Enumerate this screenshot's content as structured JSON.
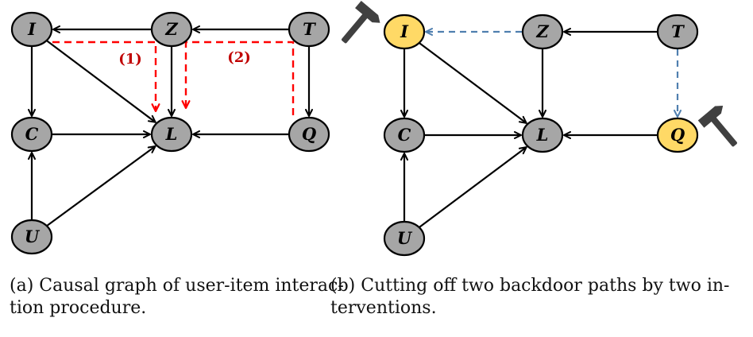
{
  "panels": [
    {
      "id": "a",
      "nodes": [
        {
          "id": "I",
          "label": "I",
          "highlight": false
        },
        {
          "id": "Z",
          "label": "Z",
          "highlight": false
        },
        {
          "id": "T",
          "label": "T",
          "highlight": false
        },
        {
          "id": "C",
          "label": "C",
          "highlight": false
        },
        {
          "id": "L",
          "label": "L",
          "highlight": false
        },
        {
          "id": "Q",
          "label": "Q",
          "highlight": false
        },
        {
          "id": "U",
          "label": "U",
          "highlight": false
        }
      ],
      "edges": [
        {
          "from": "Z",
          "to": "I"
        },
        {
          "from": "T",
          "to": "Z"
        },
        {
          "from": "I",
          "to": "C"
        },
        {
          "from": "I",
          "to": "L"
        },
        {
          "from": "Z",
          "to": "L"
        },
        {
          "from": "T",
          "to": "Q"
        },
        {
          "from": "C",
          "to": "L"
        },
        {
          "from": "Q",
          "to": "L"
        },
        {
          "from": "U",
          "to": "C"
        },
        {
          "from": "U",
          "to": "L"
        }
      ],
      "backdoor_paths": [
        {
          "label": "(1)",
          "route": [
            "I",
            "L"
          ]
        },
        {
          "label": "(2)",
          "route": [
            "Q",
            "L"
          ]
        }
      ],
      "caption": {
        "line1": "(a)  Causal graph of user-item interac-",
        "line2": "tion procedure."
      }
    },
    {
      "id": "b",
      "nodes": [
        {
          "id": "I",
          "label": "I",
          "highlight": true
        },
        {
          "id": "Z",
          "label": "Z",
          "highlight": false
        },
        {
          "id": "T",
          "label": "T",
          "highlight": false
        },
        {
          "id": "C",
          "label": "C",
          "highlight": false
        },
        {
          "id": "L",
          "label": "L",
          "highlight": false
        },
        {
          "id": "Q",
          "label": "Q",
          "highlight": true
        },
        {
          "id": "U",
          "label": "U",
          "highlight": false
        }
      ],
      "edges": [
        {
          "from": "T",
          "to": "Z"
        },
        {
          "from": "I",
          "to": "C"
        },
        {
          "from": "I",
          "to": "L"
        },
        {
          "from": "Z",
          "to": "L"
        },
        {
          "from": "C",
          "to": "L"
        },
        {
          "from": "Q",
          "to": "L"
        },
        {
          "from": "U",
          "to": "C"
        },
        {
          "from": "U",
          "to": "L"
        }
      ],
      "cut_edges": [
        {
          "from": "Z",
          "to": "I"
        },
        {
          "from": "T",
          "to": "Q"
        }
      ],
      "interventions": [
        "I",
        "Q"
      ],
      "caption": {
        "line1": "(b)  Cutting off two backdoor paths by two in-",
        "line2": "terventions."
      }
    }
  ],
  "colors": {
    "node_fill": "#a6a6a6",
    "node_highlight_fill": "#ffd966",
    "node_stroke": "#000000",
    "edge": "#000000",
    "backdoor": "#ff0000",
    "backdoor_label": "#c00000",
    "cut_edge": "#4f7faf",
    "hammer": "#404040"
  },
  "icons": {
    "intervention": "hammer-icon"
  }
}
